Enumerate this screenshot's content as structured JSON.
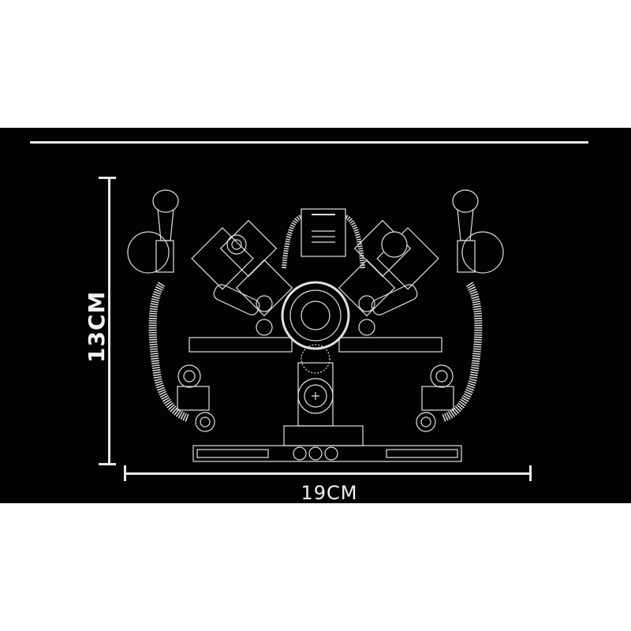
{
  "image": {
    "background": "#ffffff",
    "panel_color": "#030303",
    "line_color": "#e8e8e8",
    "subject": "Engine model line-art diagram (V8-style block with exhaust hoses, gears and pistons)"
  },
  "dimensions": {
    "height_label": "13CM",
    "width_label": "19CM"
  }
}
